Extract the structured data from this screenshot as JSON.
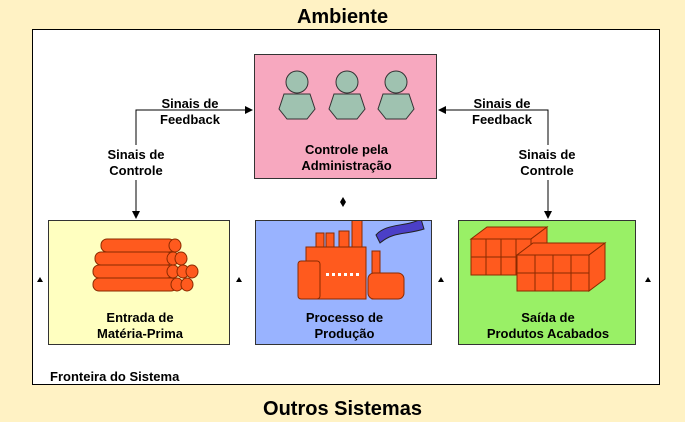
{
  "title_top": "Ambiente",
  "title_bottom": "Outros Sistemas",
  "boundary_label": "Fronteira do Sistema",
  "boxes": {
    "management": {
      "label": "Controle pela\nAdministração",
      "color": "#f7a8bf"
    },
    "input": {
      "label": "Entrada de\nMatéria-Prima",
      "color": "#ffffc0"
    },
    "process": {
      "label": "Processo de\nProdução",
      "color": "#99b3ff"
    },
    "output": {
      "label": "Saída de\nProdutos Acabados",
      "color": "#99f066"
    }
  },
  "left": {
    "feedback": "Sinais de\nFeedback",
    "control": "Sinais de\nControle"
  },
  "right": {
    "feedback": "Sinais de\nFeedback",
    "control": "Sinais de\nControle"
  },
  "icons": {
    "people": "people-icon",
    "logs": "logs-icon",
    "factory": "factory-icon",
    "crates": "crates-icon"
  }
}
